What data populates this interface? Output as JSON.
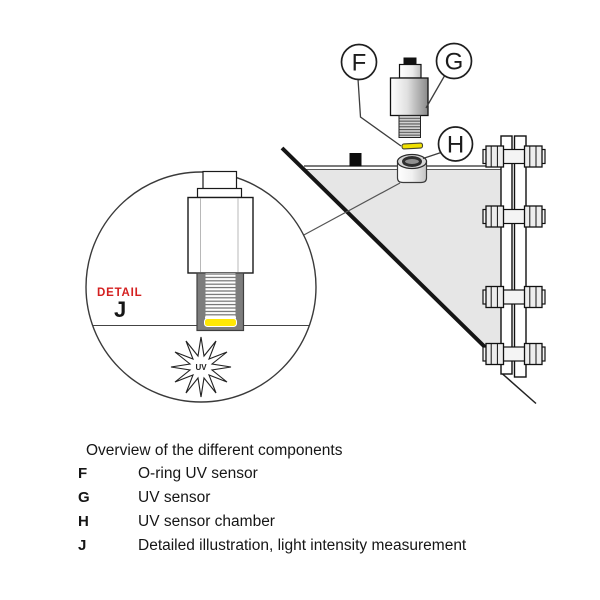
{
  "diagram": {
    "callouts": [
      {
        "id": "F",
        "label": "F"
      },
      {
        "id": "G",
        "label": "G"
      },
      {
        "id": "H",
        "label": "H"
      }
    ],
    "detail": {
      "title": "DETAIL",
      "label": "J",
      "uv_label": "UV"
    }
  },
  "legend": {
    "title": "Overview of the different components",
    "items": [
      {
        "key": "F",
        "text": "O-ring UV sensor"
      },
      {
        "key": "G",
        "text": "UV sensor"
      },
      {
        "key": "H",
        "text": "UV sensor chamber"
      },
      {
        "key": "J",
        "text": "Detailed illustration, light intensity measurement"
      }
    ]
  },
  "colors": {
    "oring_yellow": "#f0e000",
    "detail_yellow": "#ffe805",
    "detail_red": "#d42020",
    "tank_gray": "#e6e6e6",
    "chamber_gray": "#7d7d7d"
  }
}
